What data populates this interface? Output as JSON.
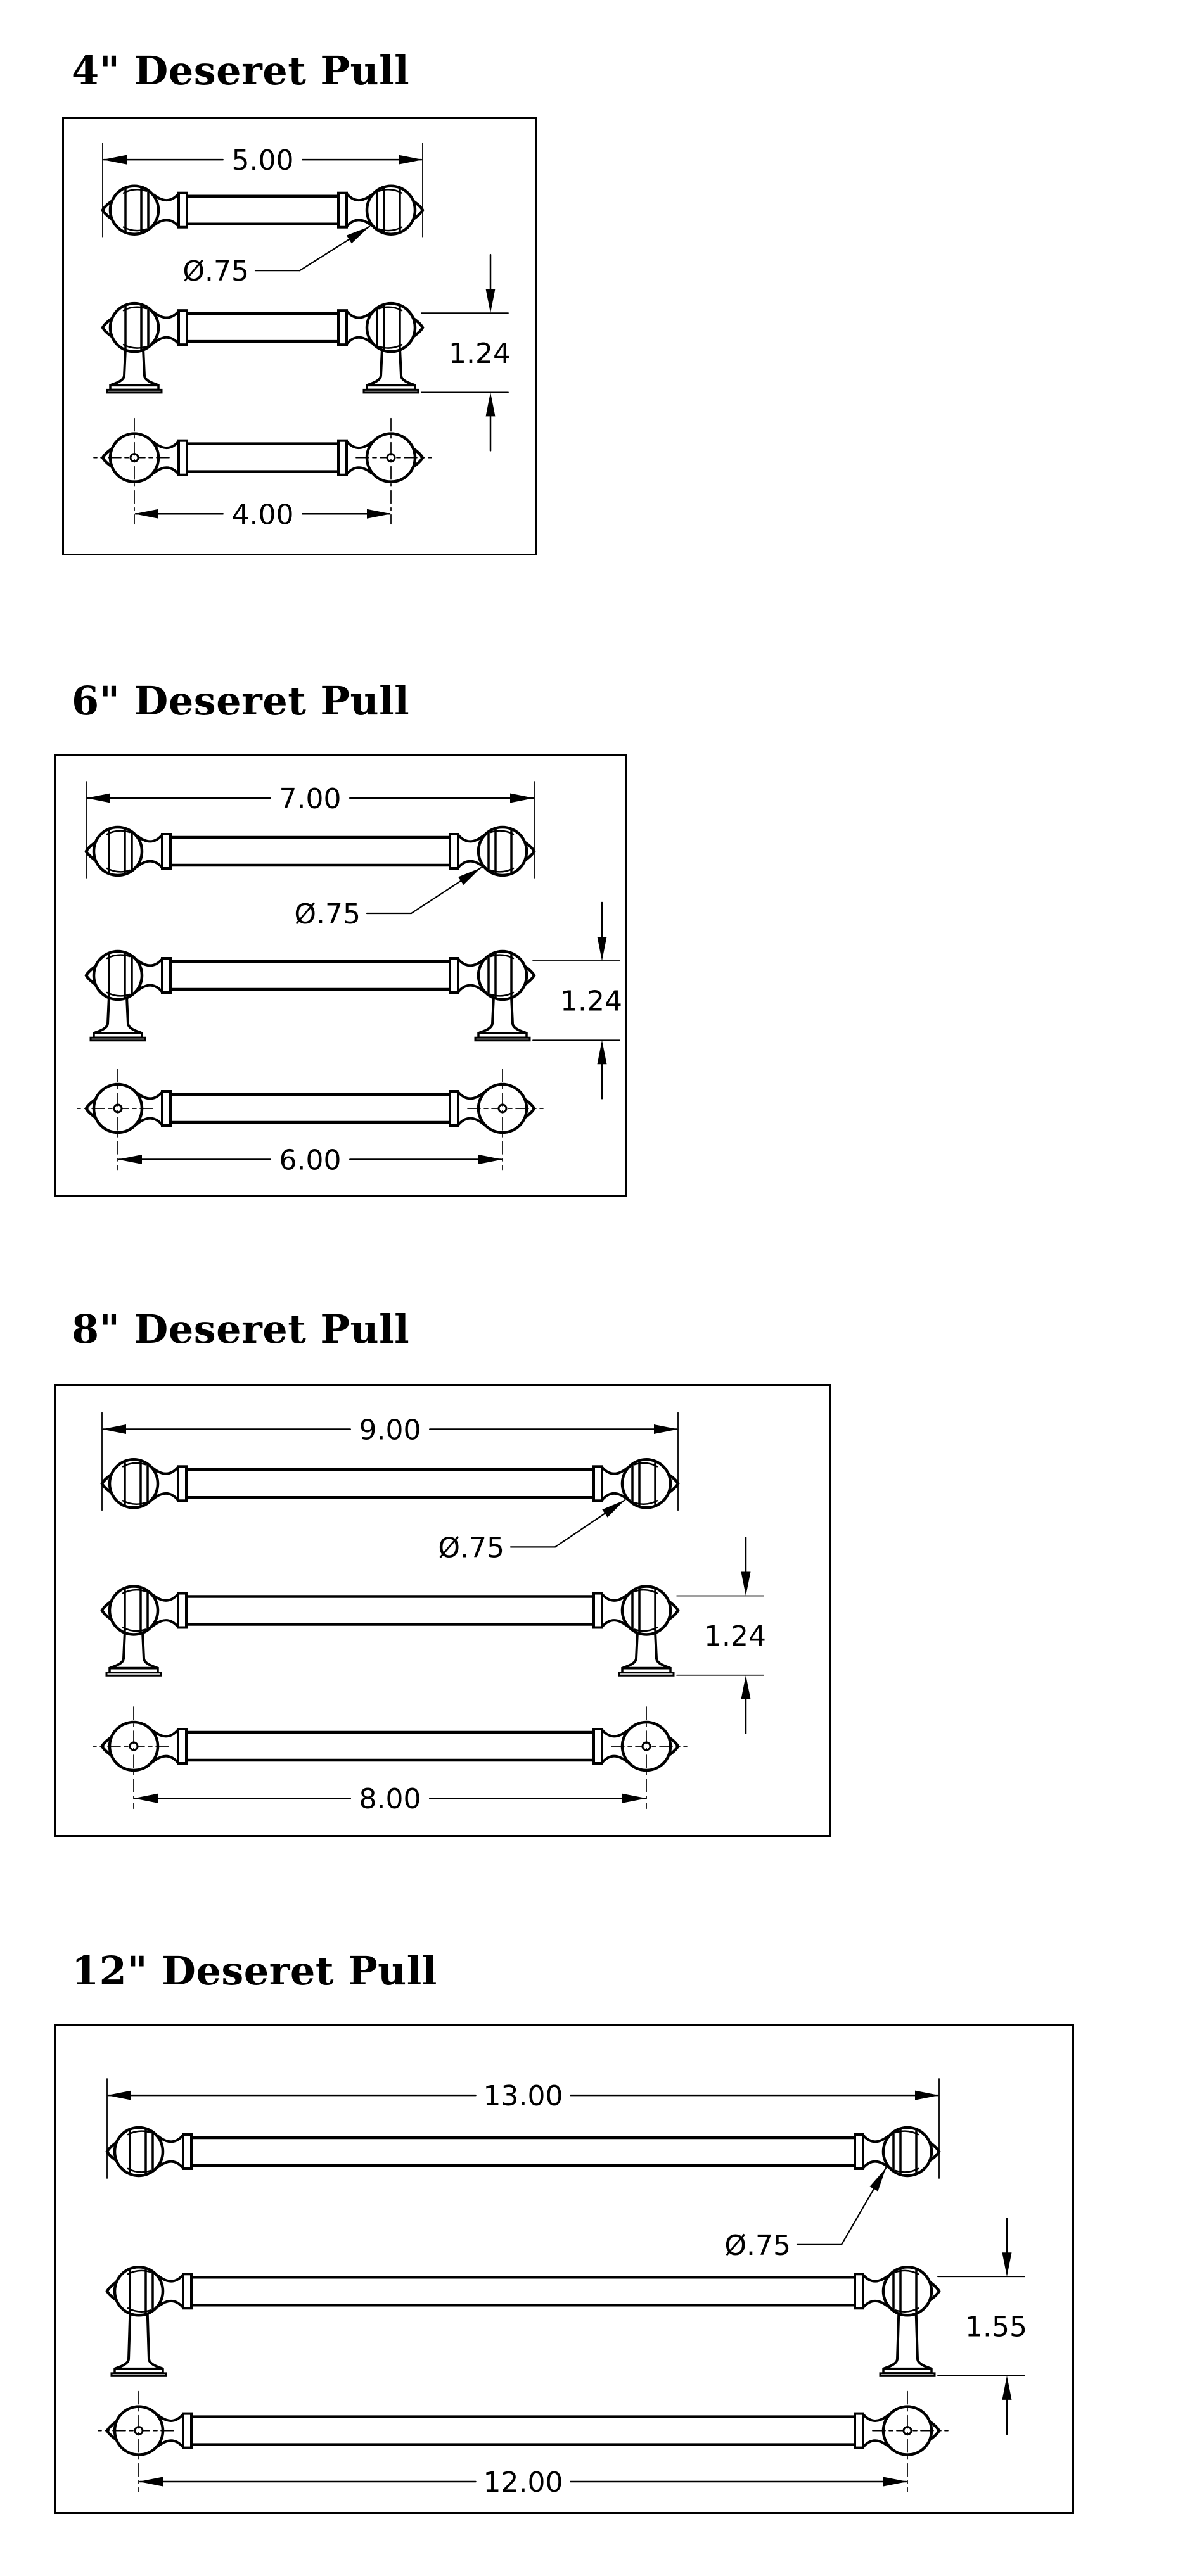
{
  "page": {
    "background_color": "#ffffff",
    "line_color": "#000000",
    "text_color": "#000000"
  },
  "sections": [
    {
      "title": "4\" Deseret Pull",
      "labels": {
        "overall_length": "5.00",
        "end_diameter": "Ø.75",
        "projection_height": "1.24",
        "center_to_center": "4.00"
      },
      "inches": {
        "overall": 5.0,
        "center_to_center": 4.0,
        "height": 1.24,
        "end_diameter": 0.75
      }
    },
    {
      "title": "6\" Deseret Pull",
      "labels": {
        "overall_length": "7.00",
        "end_diameter": "Ø.75",
        "projection_height": "1.24",
        "center_to_center": "6.00"
      },
      "inches": {
        "overall": 7.0,
        "center_to_center": 6.0,
        "height": 1.24,
        "end_diameter": 0.75
      }
    },
    {
      "title": "8\" Deseret Pull",
      "labels": {
        "overall_length": "9.00",
        "end_diameter": "Ø.75",
        "projection_height": "1.24",
        "center_to_center": "8.00"
      },
      "inches": {
        "overall": 9.0,
        "center_to_center": 8.0,
        "height": 1.24,
        "end_diameter": 0.75
      }
    },
    {
      "title": "12\" Deseret Pull",
      "labels": {
        "overall_length": "13.00",
        "end_diameter": "Ø.75",
        "projection_height": "1.55",
        "center_to_center": "12.00"
      },
      "inches": {
        "overall": 13.0,
        "center_to_center": 12.0,
        "height": 1.55,
        "end_diameter": 0.75
      }
    }
  ]
}
